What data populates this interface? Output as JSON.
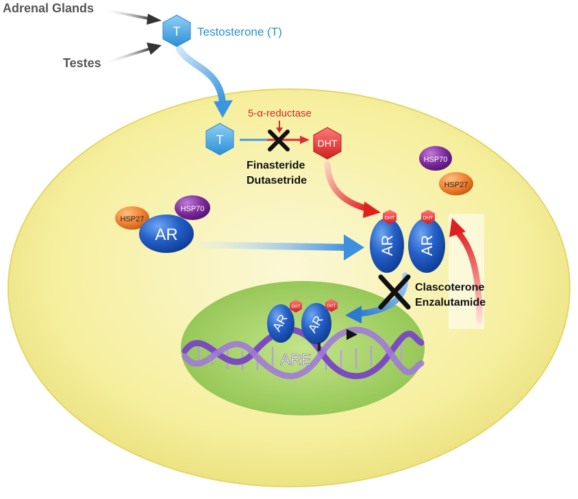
{
  "sources": {
    "adrenal": "Adrenal Glands",
    "testes": "Testes"
  },
  "hormones": {
    "testosterone_symbol": "T",
    "testosterone_name": "Testosterone (T)",
    "dht": "DHT"
  },
  "enzyme": {
    "name": "5-α-reductase"
  },
  "inhibitors_5ar": {
    "line1": "Finasteride",
    "line2": "Dutasetride"
  },
  "inhibitors_ar": {
    "line1": "Clascoterone",
    "line2": "Enzalutamide"
  },
  "proteins": {
    "ar": "AR",
    "hsp27": "HSP27",
    "hsp70": "HSP70"
  },
  "dna": {
    "element": "ARE"
  },
  "colors": {
    "testosterone": "#4aa8e0",
    "testosterone_text": "#2a8fd0",
    "dht": "#e53030",
    "enzyme_text": "#d62828",
    "ar": "#1f5fc0",
    "hsp27": "#f08030",
    "hsp70": "#7a2a9a",
    "cell": "#f6f0a0",
    "nucleus": "#9fcf5a",
    "dna": "#8a5cc8"
  }
}
